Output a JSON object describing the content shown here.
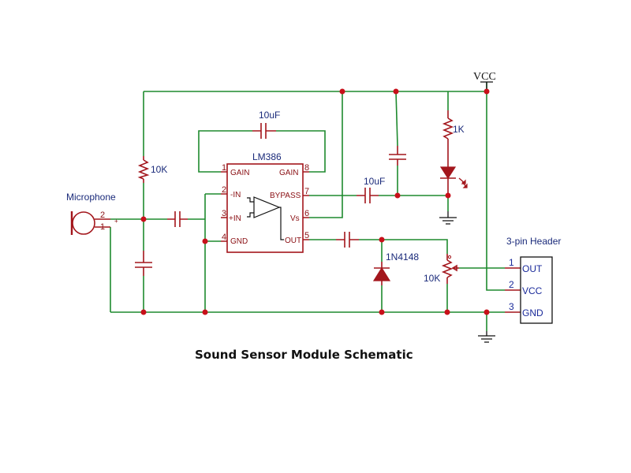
{
  "title": "Sound Sensor Module Schematic",
  "power": {
    "vcc_label": "VCC"
  },
  "microphone": {
    "label": "Microphone",
    "pin2": "2",
    "pin1": "1",
    "polarity": "+"
  },
  "ic": {
    "name": "LM386",
    "pins": [
      {
        "num": "1",
        "name": "GAIN"
      },
      {
        "num": "2",
        "name": "-IN"
      },
      {
        "num": "3",
        "name": "+IN"
      },
      {
        "num": "4",
        "name": "GND"
      },
      {
        "num": "5",
        "name": "OUT"
      },
      {
        "num": "6",
        "name": "Vs"
      },
      {
        "num": "7",
        "name": "BYPASS"
      },
      {
        "num": "8",
        "name": "GAIN"
      }
    ]
  },
  "components": {
    "r_bias": "10K",
    "c_gain": "10uF",
    "c_bypass": "10uF",
    "r_led": "1K",
    "diode": "1N4148",
    "pot": "10K"
  },
  "header": {
    "label": "3-pin Header",
    "pins": [
      {
        "num": "1",
        "name": "OUT"
      },
      {
        "num": "2",
        "name": "VCC"
      },
      {
        "num": "3",
        "name": "GND"
      }
    ]
  },
  "colors": {
    "wire": "#1e8a2e",
    "component": "#a3161c",
    "junction": "#c8101a",
    "label": "#1a2a7a"
  }
}
